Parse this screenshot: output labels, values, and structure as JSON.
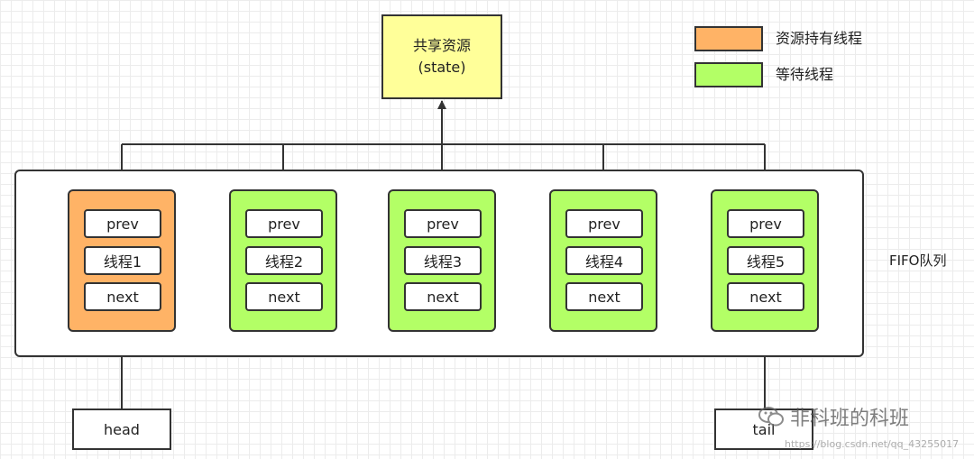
{
  "resource": {
    "line1": "共享资源",
    "line2": "(state)"
  },
  "legend": [
    {
      "label": "资源持有线程",
      "color": "#ffb366"
    },
    {
      "label": "等待线程",
      "color": "#b3ff66"
    }
  ],
  "queue_label": "FIFO队列",
  "nodes": [
    {
      "prev": "prev",
      "name": "线程1",
      "next": "next",
      "status": "holder"
    },
    {
      "prev": "prev",
      "name": "线程2",
      "next": "next",
      "status": "waiting"
    },
    {
      "prev": "prev",
      "name": "线程3",
      "next": "next",
      "status": "waiting"
    },
    {
      "prev": "prev",
      "name": "线程4",
      "next": "next",
      "status": "waiting"
    },
    {
      "prev": "prev",
      "name": "线程5",
      "next": "next",
      "status": "waiting"
    }
  ],
  "head_label": "head",
  "tail_label": "tail",
  "watermark": {
    "text": "非科班的科班",
    "url": "https://blog.csdn.net/qq_43255017"
  },
  "colors": {
    "holder": "#ffb366",
    "waiting": "#b3ff66",
    "resource": "#ffff99",
    "stroke": "#333333"
  }
}
